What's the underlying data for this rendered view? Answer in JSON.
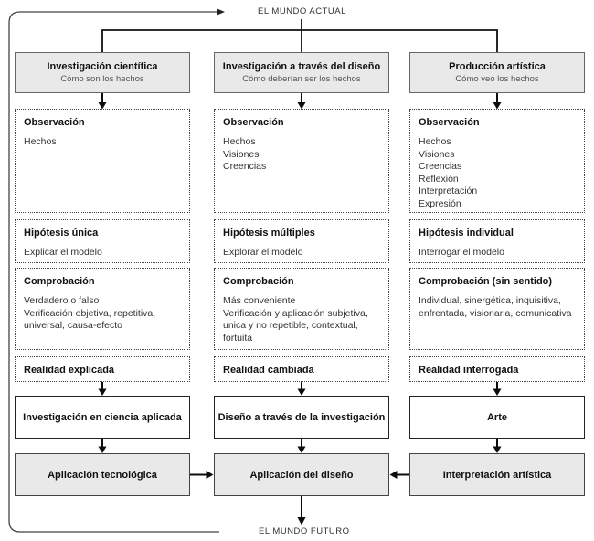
{
  "colors": {
    "box_fill_gray": "#e9e9e9",
    "border_dark": "#222222",
    "dotted_border": "#444444",
    "arrow": "#0d0d0d",
    "loop_line": "#444444"
  },
  "world": {
    "actual": "EL MUNDO ACTUAL",
    "futuro": "EL MUNDO FUTURO"
  },
  "columns": [
    {
      "header": {
        "title": "Investigación científica",
        "subtitle": "Cómo son los hechos"
      },
      "observacion": {
        "title": "Observación",
        "body": "Hechos"
      },
      "hipotesis": {
        "title": "Hipótesis única",
        "body": "Explicar el modelo"
      },
      "comprobacion": {
        "title": "Comprobación",
        "body": "Verdadero o falso\nVerificación objetiva, repetitiva,\nuniversal, causa-efecto"
      },
      "realidad": {
        "title": "Realidad explicada"
      },
      "resultado": "Investigación en ciencia aplicada",
      "aplicacion": "Aplicación tecnológica"
    },
    {
      "header": {
        "title": "Investigación a través del diseño",
        "subtitle": "Cómo deberían ser los hechos"
      },
      "observacion": {
        "title": "Observación",
        "body": "Hechos\nVisiones\nCreencias"
      },
      "hipotesis": {
        "title": "Hipótesis múltiples",
        "body": "Explorar el modelo"
      },
      "comprobacion": {
        "title": "Comprobación",
        "body": "Más conveniente\nVerificación y aplicación subjetiva,\nunica y no repetible, contextual,\nfortuita"
      },
      "realidad": {
        "title": "Realidad cambiada"
      },
      "resultado": "Diseño a través de la investigación",
      "aplicacion": "Aplicación del diseño"
    },
    {
      "header": {
        "title": "Producción artística",
        "subtitle": "Cómo veo los hechos"
      },
      "observacion": {
        "title": "Observación",
        "body": "Hechos\nVisiones\nCreencias\nReflexión\nInterpretación\nExpresión"
      },
      "hipotesis": {
        "title": "Hipótesis individual",
        "body": "Interrogar el modelo"
      },
      "comprobacion": {
        "title": "Comprobación (sin sentido)",
        "body": "Individual, sinergética, inquisitiva,\nenfrentada, visionaria, comunicativa"
      },
      "realidad": {
        "title": "Realidad interrogada"
      },
      "resultado": "Arte",
      "aplicacion": "Interpretación artística"
    }
  ]
}
